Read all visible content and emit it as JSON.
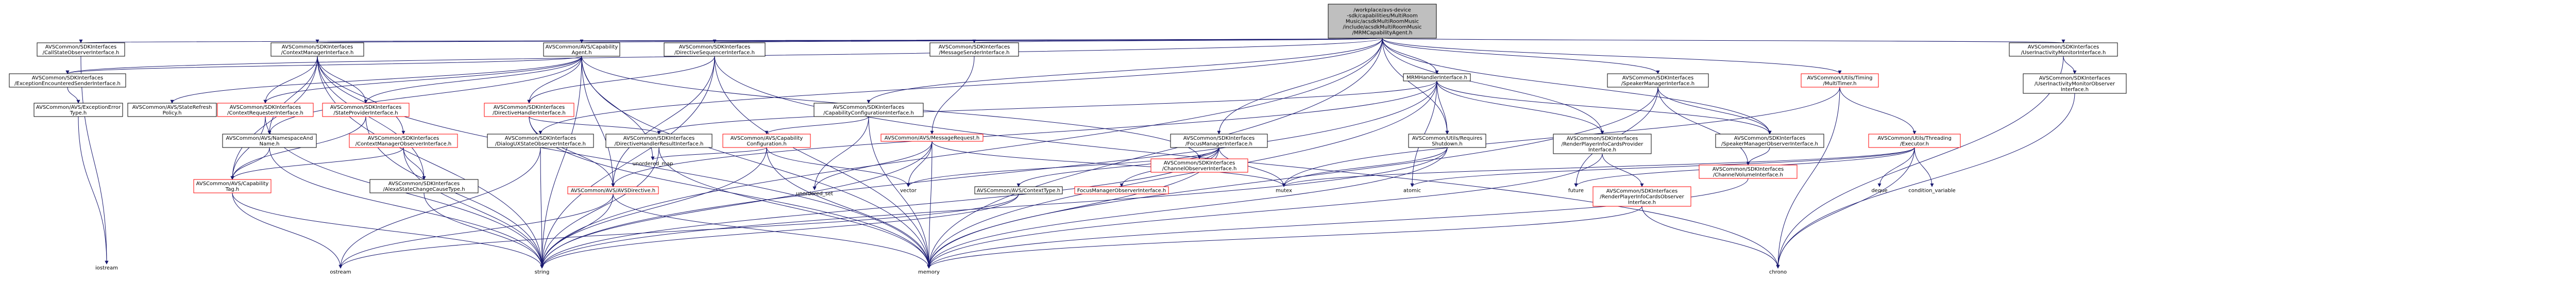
{
  "diagram": {
    "type": "include-dependency-graph",
    "root": "n_root",
    "nodes": [
      {
        "id": "n_root",
        "lines": [
          "/workplace/avs-device",
          "-sdk/capabilities/MultiRoom",
          "Music/acsdkMultiRoomMusic",
          "/include/acsdkMultiRoomMusic",
          "/MRMCapabilityAgent.h"
        ],
        "style": "root"
      },
      {
        "id": "n_callstate",
        "lines": [
          "AVSCommon/SDKInterfaces",
          "/CallStateObserverInterface.h"
        ],
        "style": "plain"
      },
      {
        "id": "n_ctxmgr",
        "lines": [
          "AVSCommon/SDKInterfaces",
          "/ContextManagerInterface.h"
        ],
        "style": "plain"
      },
      {
        "id": "n_capagent",
        "lines": [
          "AVSCommon/AVS/Capability",
          "Agent.h"
        ],
        "style": "plain"
      },
      {
        "id": "n_dirseq",
        "lines": [
          "AVSCommon/SDKInterfaces",
          "/DirectiveSequencerInterface.h"
        ],
        "style": "plain"
      },
      {
        "id": "n_msgsender",
        "lines": [
          "AVSCommon/SDKInterfaces",
          "/MessageSenderInterface.h"
        ],
        "style": "plain"
      },
      {
        "id": "n_mrmhandler",
        "lines": [
          "MRMHandlerInterface.h"
        ],
        "style": "plain"
      },
      {
        "id": "n_spkmgr",
        "lines": [
          "AVSCommon/SDKInterfaces",
          "/SpeakerManagerInterface.h"
        ],
        "style": "plain"
      },
      {
        "id": "n_timer",
        "lines": [
          "AVSCommon/Utils/Timing",
          "/MultiTimer.h"
        ],
        "style": "red"
      },
      {
        "id": "n_useract",
        "lines": [
          "AVSCommon/SDKInterfaces",
          "/UserInactivityMonitorInterface.h"
        ],
        "style": "plain"
      },
      {
        "id": "n_excenc",
        "lines": [
          "AVSCommon/SDKInterfaces",
          "/ExceptionEncounteredSenderInterface.h"
        ],
        "style": "plain"
      },
      {
        "id": "n_statefresh",
        "lines": [
          "AVSCommon/AVS/StateRefresh",
          "Policy.h"
        ],
        "style": "plain"
      },
      {
        "id": "n_ctxreq",
        "lines": [
          "AVSCommon/SDKInterfaces",
          "/ContextRequesterInterface.h"
        ],
        "style": "red"
      },
      {
        "id": "n_stateprov",
        "lines": [
          "AVSCommon/SDKInterfaces",
          "/StateProviderInterface.h"
        ],
        "style": "red"
      },
      {
        "id": "n_dirhandler",
        "lines": [
          "AVSCommon/SDKInterfaces",
          "/DirectiveHandlerInterface.h"
        ],
        "style": "red"
      },
      {
        "id": "n_capconfig_if",
        "lines": [
          "AVSCommon/SDKInterfaces",
          "/CapabilityConfigurationInterface.h"
        ],
        "style": "plain"
      },
      {
        "id": "n_focusmgr",
        "lines": [
          "AVSCommon/SDKInterfaces",
          "/FocusManagerInterface.h"
        ],
        "style": "plain"
      },
      {
        "id": "n_reqshut",
        "lines": [
          "AVSCommon/Utils/Requires",
          "Shutdown.h"
        ],
        "style": "plain"
      },
      {
        "id": "n_renderprov",
        "lines": [
          "AVSCommon/SDKInterfaces",
          "/RenderPlayerInfoCardsProvider",
          "Interface.h"
        ],
        "style": "plain"
      },
      {
        "id": "n_spkmgrobs",
        "lines": [
          "AVSCommon/SDKInterfaces",
          "/SpeakerManagerObserverInterface.h"
        ],
        "style": "plain"
      },
      {
        "id": "n_threadexec",
        "lines": [
          "AVSCommon/Utils/Threading",
          "/Executor.h"
        ],
        "style": "red"
      },
      {
        "id": "n_useractobs",
        "lines": [
          "AVSCommon/SDKInterfaces",
          "/UserInactivityMonitorObserver",
          "Interface.h"
        ],
        "style": "plain"
      },
      {
        "id": "n_excerr",
        "lines": [
          "AVSCommon/AVS/ExceptionError",
          "Type.h"
        ],
        "style": "plain"
      },
      {
        "id": "n_nsname",
        "lines": [
          "AVSCommon/AVS/NamespaceAnd",
          "Name.h"
        ],
        "style": "plain"
      },
      {
        "id": "n_ctxmgrobs",
        "lines": [
          "AVSCommon/SDKInterfaces",
          "/ContextManagerObserverInterface.h"
        ],
        "style": "red"
      },
      {
        "id": "n_dlgux",
        "lines": [
          "AVSCommon/SDKInterfaces",
          "/DialogUXStateObserverInterface.h"
        ],
        "style": "plain"
      },
      {
        "id": "n_dirhandres",
        "lines": [
          "AVSCommon/SDKInterfaces",
          "/DirectiveHandlerResultInterface.h"
        ],
        "style": "plain"
      },
      {
        "id": "n_avscap",
        "lines": [
          "AVSCommon/AVS/Capability",
          "Configuration.h"
        ],
        "style": "red"
      },
      {
        "id": "n_msgreq",
        "lines": [
          "AVSCommon/AVS/MessageRequest.h"
        ],
        "style": "red"
      },
      {
        "id": "n_chanobs",
        "lines": [
          "AVSCommon/SDKInterfaces",
          "/ChannelObserverInterface.h"
        ],
        "style": "red"
      },
      {
        "id": "n_renderobs",
        "lines": [
          "AVSCommon/SDKInterfaces",
          "/RenderPlayerInfoCardsObserver",
          "Interface.h"
        ],
        "style": "red"
      },
      {
        "id": "n_chanvol",
        "lines": [
          "AVSCommon/SDKInterfaces",
          "/ChannelVolumeInterface.h"
        ],
        "style": "red"
      },
      {
        "id": "n_captag",
        "lines": [
          "AVSCommon/AVS/Capability",
          "Tag.h"
        ],
        "style": "red"
      },
      {
        "id": "n_alexastate",
        "lines": [
          "AVSCommon/SDKInterfaces",
          "/AlexaStateChangeCauseType.h"
        ],
        "style": "plain"
      },
      {
        "id": "n_avsdir",
        "lines": [
          "AVSCommon/AVS/AVSDirective.h"
        ],
        "style": "red"
      },
      {
        "id": "n_ctxtype",
        "lines": [
          "AVSCommon/AVS/ContextType.h"
        ],
        "style": "plain"
      },
      {
        "id": "n_focusobs",
        "lines": [
          "FocusManagerObserverInterface.h"
        ],
        "style": "red"
      },
      {
        "id": "n_unordmap",
        "lines": [
          "unordered_map"
        ],
        "style": "none"
      },
      {
        "id": "n_unordset",
        "lines": [
          "unordered_set"
        ],
        "style": "none"
      },
      {
        "id": "n_vector",
        "lines": [
          "vector"
        ],
        "style": "none"
      },
      {
        "id": "n_mutex",
        "lines": [
          "mutex"
        ],
        "style": "none"
      },
      {
        "id": "n_atomic",
        "lines": [
          "atomic"
        ],
        "style": "none"
      },
      {
        "id": "n_future",
        "lines": [
          "future"
        ],
        "style": "none"
      },
      {
        "id": "n_deque",
        "lines": [
          "deque"
        ],
        "style": "none"
      },
      {
        "id": "n_condvar",
        "lines": [
          "condition_variable"
        ],
        "style": "none"
      },
      {
        "id": "n_iostream",
        "lines": [
          "iostream"
        ],
        "style": "none"
      },
      {
        "id": "n_ostream",
        "lines": [
          "ostream"
        ],
        "style": "none"
      },
      {
        "id": "n_string",
        "lines": [
          "string"
        ],
        "style": "none"
      },
      {
        "id": "n_memory",
        "lines": [
          "memory"
        ],
        "style": "none"
      },
      {
        "id": "n_chrono",
        "lines": [
          "chrono"
        ],
        "style": "none"
      }
    ],
    "edges": [
      [
        "n_root",
        "n_callstate"
      ],
      [
        "n_root",
        "n_ctxmgr"
      ],
      [
        "n_root",
        "n_capagent"
      ],
      [
        "n_root",
        "n_dirseq"
      ],
      [
        "n_root",
        "n_msgsender"
      ],
      [
        "n_root",
        "n_mrmhandler"
      ],
      [
        "n_root",
        "n_spkmgr"
      ],
      [
        "n_root",
        "n_timer"
      ],
      [
        "n_root",
        "n_useract"
      ],
      [
        "n_root",
        "n_excenc"
      ],
      [
        "n_root",
        "n_dlgux"
      ],
      [
        "n_root",
        "n_reqshut"
      ],
      [
        "n_root",
        "n_renderprov"
      ],
      [
        "n_root",
        "n_focusmgr"
      ],
      [
        "n_root",
        "n_capconfig_if"
      ],
      [
        "n_root",
        "n_string"
      ],
      [
        "n_root",
        "n_memory"
      ],
      [
        "n_root",
        "n_spkmgrobs"
      ],
      [
        "n_callstate",
        "n_iostream"
      ],
      [
        "n_ctxmgr",
        "n_ctxreq"
      ],
      [
        "n_ctxmgr",
        "n_stateprov"
      ],
      [
        "n_ctxmgr",
        "n_ctxmgrobs"
      ],
      [
        "n_ctxmgr",
        "n_nsname"
      ],
      [
        "n_ctxmgr",
        "n_memory"
      ],
      [
        "n_ctxmgr",
        "n_string"
      ],
      [
        "n_ctxmgr",
        "n_alexastate"
      ],
      [
        "n_ctxmgr",
        "n_captag"
      ],
      [
        "n_capagent",
        "n_excenc"
      ],
      [
        "n_capagent",
        "n_statefresh"
      ],
      [
        "n_capagent",
        "n_ctxreq"
      ],
      [
        "n_capagent",
        "n_stateprov"
      ],
      [
        "n_capagent",
        "n_dirhandler"
      ],
      [
        "n_capagent",
        "n_avsdir"
      ],
      [
        "n_capagent",
        "n_chanobs"
      ],
      [
        "n_capagent",
        "n_string"
      ],
      [
        "n_capagent",
        "n_memory"
      ],
      [
        "n_capagent",
        "n_unordmap"
      ],
      [
        "n_capagent",
        "n_nsname"
      ],
      [
        "n_dirseq",
        "n_dirhandler"
      ],
      [
        "n_dirseq",
        "n_avsdir"
      ],
      [
        "n_dirseq",
        "n_memory"
      ],
      [
        "n_dirseq",
        "n_chrono"
      ],
      [
        "n_dirseq",
        "n_string"
      ],
      [
        "n_msgsender",
        "n_msgreq"
      ],
      [
        "n_mrmhandler",
        "n_reqshut"
      ],
      [
        "n_mrmhandler",
        "n_renderprov"
      ],
      [
        "n_mrmhandler",
        "n_spkmgrobs"
      ],
      [
        "n_mrmhandler",
        "n_avsdir"
      ],
      [
        "n_mrmhandler",
        "n_memory"
      ],
      [
        "n_mrmhandler",
        "n_string"
      ],
      [
        "n_mrmhandler",
        "n_atomic"
      ],
      [
        "n_mrmhandler",
        "n_dirhandres"
      ],
      [
        "n_spkmgr",
        "n_spkmgrobs"
      ],
      [
        "n_spkmgr",
        "n_chanvol"
      ],
      [
        "n_spkmgr",
        "n_future"
      ],
      [
        "n_spkmgr",
        "n_memory"
      ],
      [
        "n_timer",
        "n_threadexec"
      ],
      [
        "n_timer",
        "n_chrono"
      ],
      [
        "n_timer",
        "n_mutex"
      ],
      [
        "n_useract",
        "n_useractobs"
      ],
      [
        "n_useract",
        "n_chrono"
      ],
      [
        "n_excenc",
        "n_excerr"
      ],
      [
        "n_excerr",
        "n_iostream"
      ],
      [
        "n_ctxreq",
        "n_captag"
      ],
      [
        "n_ctxreq",
        "n_string"
      ],
      [
        "n_stateprov",
        "n_captag"
      ],
      [
        "n_stateprov",
        "n_string"
      ],
      [
        "n_nsname",
        "n_captag"
      ],
      [
        "n_nsname",
        "n_string"
      ],
      [
        "n_ctxmgrobs",
        "n_captag"
      ],
      [
        "n_ctxmgrobs",
        "n_alexastate"
      ],
      [
        "n_ctxmgrobs",
        "n_string"
      ],
      [
        "n_captag",
        "n_ostream"
      ],
      [
        "n_captag",
        "n_string"
      ],
      [
        "n_dirhandler",
        "n_dirhandres"
      ],
      [
        "n_dirhandler",
        "n_avsdir"
      ],
      [
        "n_dirhandler",
        "n_memory"
      ],
      [
        "n_dirhandres",
        "n_memory"
      ],
      [
        "n_dirhandres",
        "n_string"
      ],
      [
        "n_avsdir",
        "n_memory"
      ],
      [
        "n_avsdir",
        "n_string"
      ],
      [
        "n_avsdir",
        "n_ostream"
      ],
      [
        "n_capconfig_if",
        "n_avscap"
      ],
      [
        "n_capconfig_if",
        "n_unordset"
      ],
      [
        "n_capconfig_if",
        "n_memory"
      ],
      [
        "n_avscap",
        "n_unordmap"
      ],
      [
        "n_avscap",
        "n_memory"
      ],
      [
        "n_avscap",
        "n_string"
      ],
      [
        "n_avscap",
        "n_vector"
      ],
      [
        "n_msgreq",
        "n_memory"
      ],
      [
        "n_msgreq",
        "n_string"
      ],
      [
        "n_msgreq",
        "n_vector"
      ],
      [
        "n_msgreq",
        "n_mutex"
      ],
      [
        "n_msgreq",
        "n_unordset"
      ],
      [
        "n_focusmgr",
        "n_chanobs"
      ],
      [
        "n_focusmgr",
        "n_focusobs"
      ],
      [
        "n_focusmgr",
        "n_ctxtype"
      ],
      [
        "n_focusmgr",
        "n_memory"
      ],
      [
        "n_focusmgr",
        "n_string"
      ],
      [
        "n_focusmgr",
        "n_mutex"
      ],
      [
        "n_focusmgr",
        "n_vector"
      ],
      [
        "n_reqshut",
        "n_memory"
      ],
      [
        "n_reqshut",
        "n_mutex"
      ],
      [
        "n_reqshut",
        "n_string"
      ],
      [
        "n_renderprov",
        "n_renderobs"
      ],
      [
        "n_renderprov",
        "n_memory"
      ],
      [
        "n_renderobs",
        "n_chrono"
      ],
      [
        "n_renderobs",
        "n_memory"
      ],
      [
        "n_spkmgrobs",
        "n_chanvol"
      ],
      [
        "n_chanvol",
        "n_memory"
      ],
      [
        "n_threadexec",
        "n_mutex"
      ],
      [
        "n_threadexec",
        "n_deque"
      ],
      [
        "n_threadexec",
        "n_condvar"
      ],
      [
        "n_threadexec",
        "n_future"
      ],
      [
        "n_threadexec",
        "n_chrono"
      ],
      [
        "n_threadexec",
        "n_atomic"
      ],
      [
        "n_useractobs",
        "n_chrono"
      ],
      [
        "n_dlgux",
        "n_string"
      ],
      [
        "n_dlgux",
        "n_ostream"
      ],
      [
        "n_ctxtype",
        "n_string"
      ],
      [
        "n_ctxtype",
        "n_ostream"
      ],
      [
        "n_alexastate",
        "n_string"
      ]
    ]
  }
}
